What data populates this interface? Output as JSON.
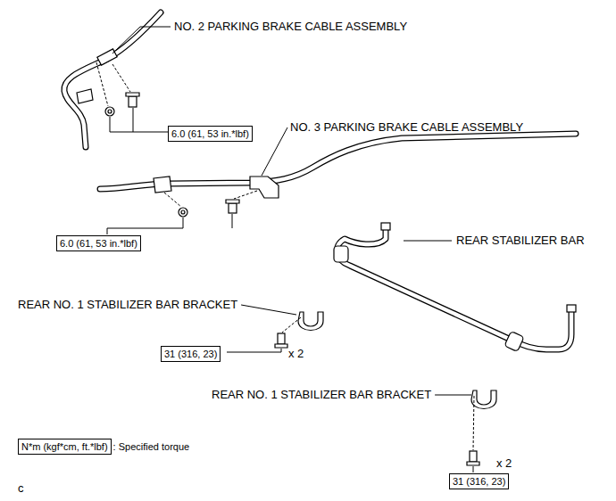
{
  "diagram": {
    "nodes": [
      {
        "text": [
          "6.0 (61, 53 in.*lbf)"
        ]
      },
      {
        "text": [
          "6.0 (61, 53 in.*lbf)"
        ]
      },
      {
        "text": [
          "31 (316, 23)"
        ]
      },
      {
        "text": [
          "31 (316, 23)"
        ]
      },
      {
        "text": [
          "N*m (kgf*cm, ft.*lbf)",
          ": Specified torque"
        ]
      }
    ],
    "labels": [
      "NO. 2 PARKING BRAKE CABLE ASSEMBLY",
      "NO. 3 PARKING BRAKE CABLE ASSEMBLY",
      "REAR STABILIZER BAR",
      "REAR NO. 1 STABILIZER BAR BRACKET",
      "x 2",
      "REAR NO. 1 STABILIZER BAR BRACKET",
      "x 2",
      "c"
    ]
  }
}
